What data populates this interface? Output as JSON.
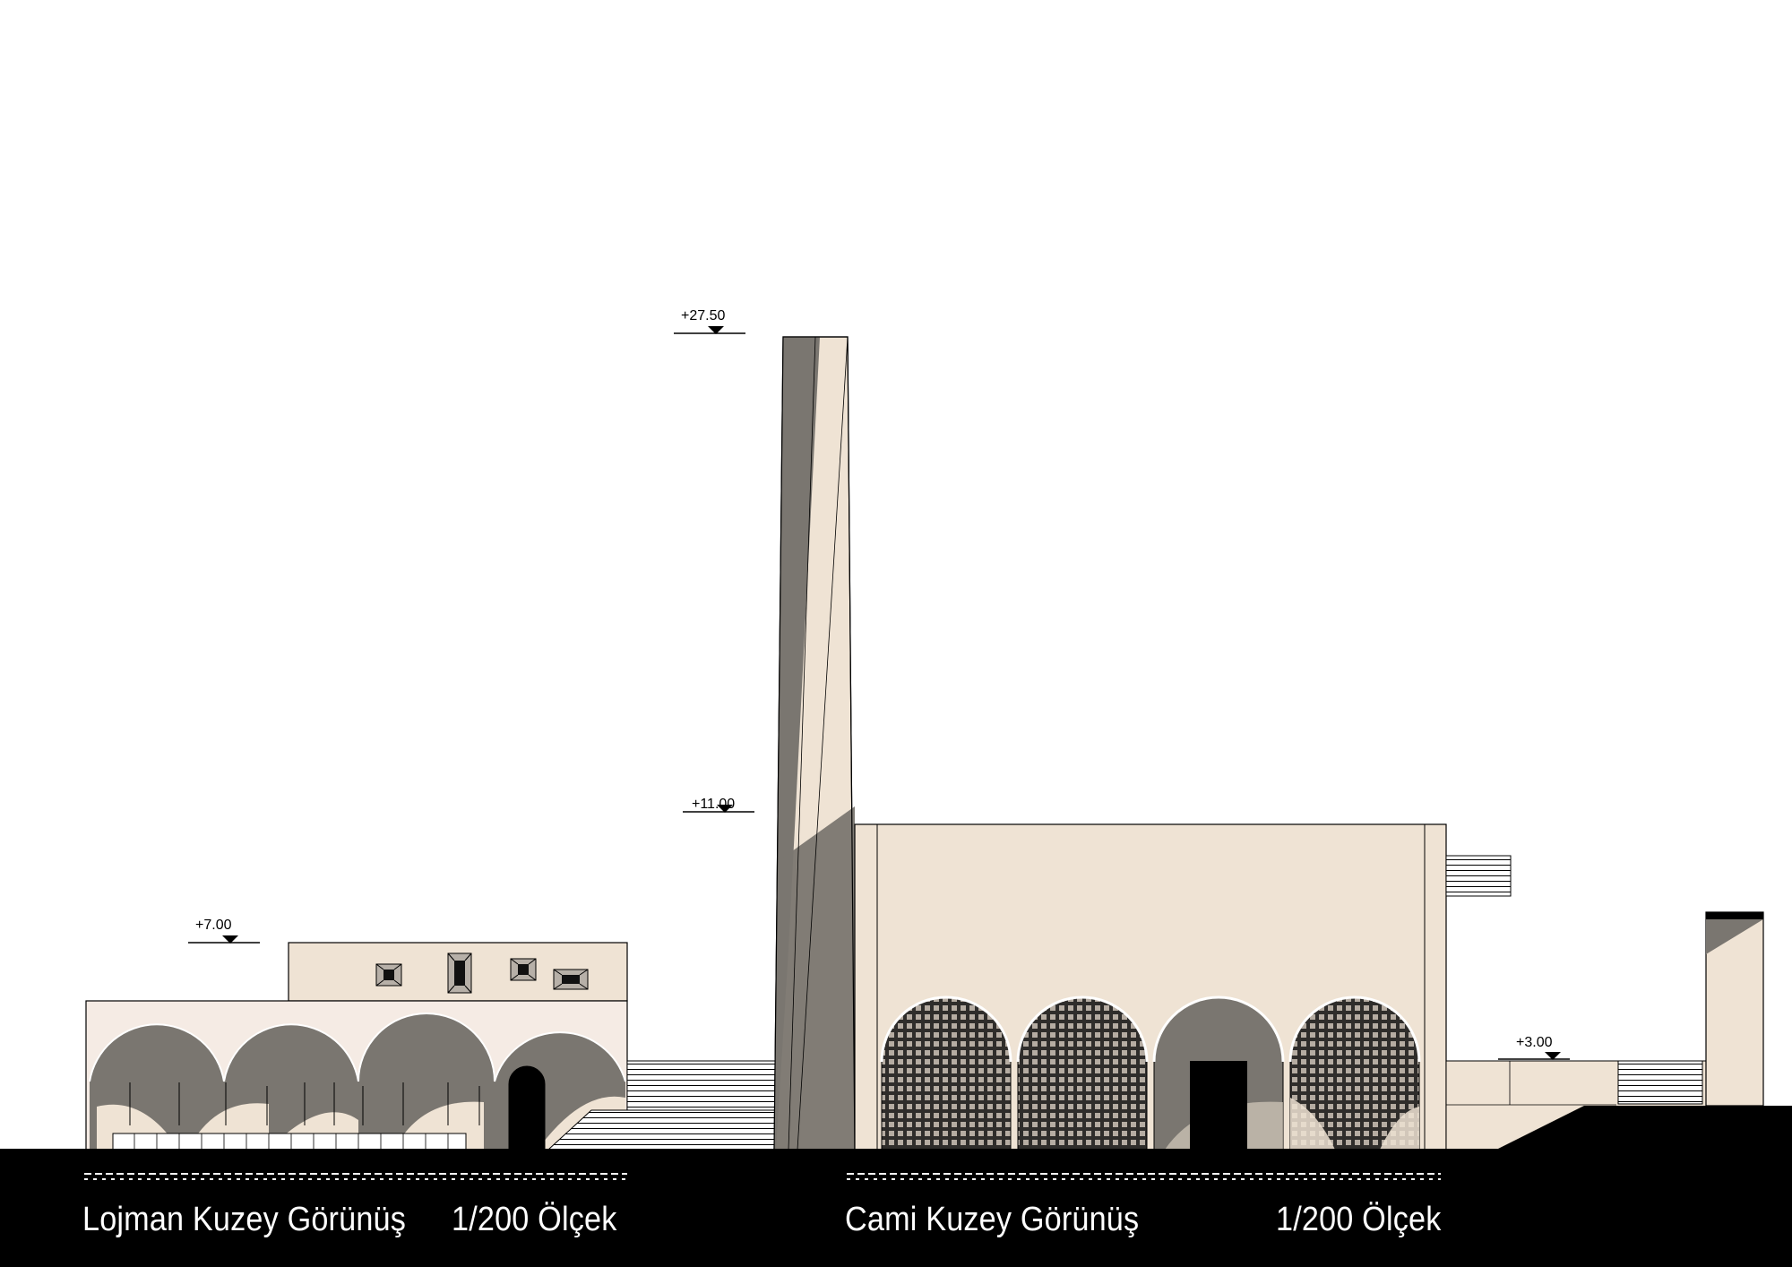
{
  "levels": {
    "minaret_top": "+27.50",
    "mosque_roof": "+11.00",
    "lodging_roof": "+7.00",
    "terrace": "+3.00"
  },
  "captions": {
    "lodging_title": "Lojman Kuzey Görünüş",
    "lodging_scale": "1/200 Ölçek",
    "mosque_title": "Cami Kuzey Görünüş",
    "mosque_scale": "1/200 Ölçek"
  },
  "colors": {
    "wall_beige": "#efe3d4",
    "shadow_grey": "#7a7670",
    "dark": "#000000",
    "background": "#ffffff"
  }
}
